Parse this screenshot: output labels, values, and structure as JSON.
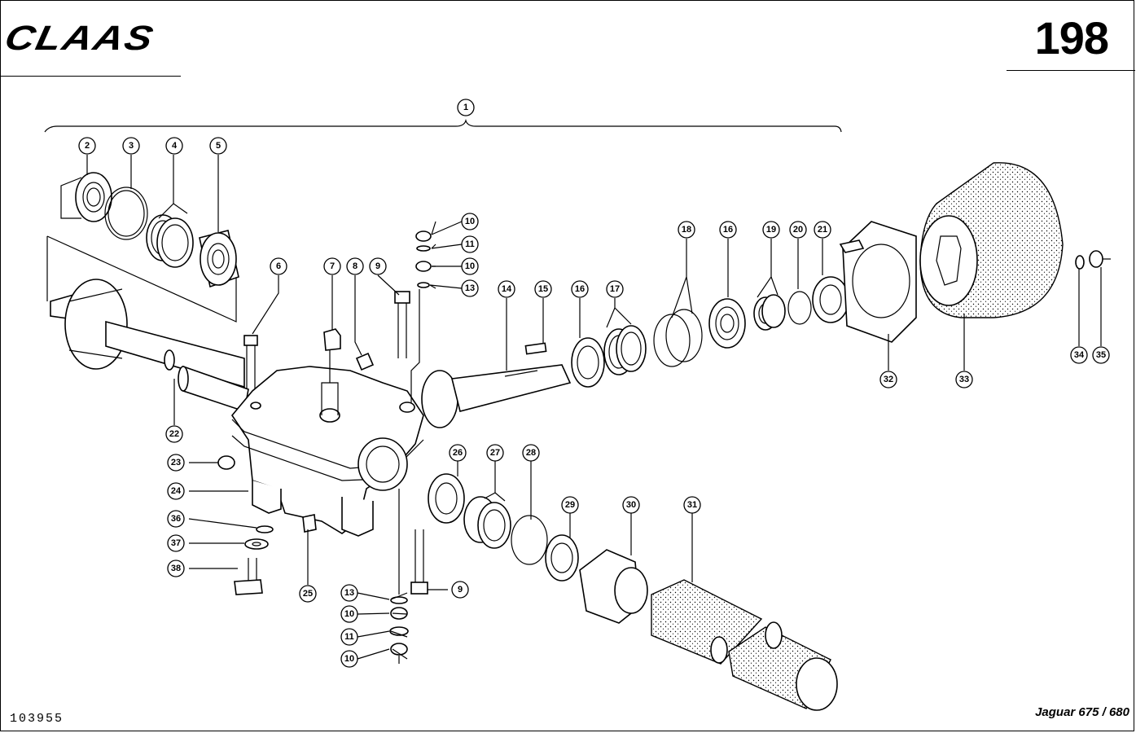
{
  "header": {
    "brand": "CLAAS",
    "page_number": "198"
  },
  "footer": {
    "doc_number": "103955",
    "model": "Jaguar 675 / 680"
  },
  "callouts": [
    "1",
    "2",
    "3",
    "4",
    "5",
    "6",
    "7",
    "8",
    "9",
    "10",
    "11",
    "10",
    "13",
    "14",
    "15",
    "16",
    "17",
    "18",
    "16",
    "19",
    "20",
    "21",
    "32",
    "33",
    "34",
    "35",
    "22",
    "23",
    "24",
    "26",
    "27",
    "28",
    "29",
    "30",
    "31",
    "36",
    "37",
    "38",
    "25",
    "13",
    "10",
    "11",
    "10",
    "9"
  ]
}
